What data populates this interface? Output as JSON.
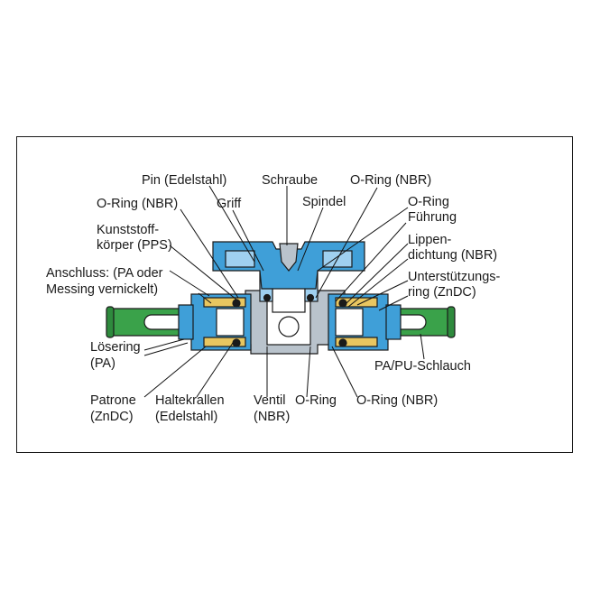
{
  "labels": {
    "pin": "Pin (Edelstahl)",
    "schraube": "Schraube",
    "oring_top": "O-Ring (NBR)",
    "oring_left": "O-Ring (NBR)",
    "griff": "Griff",
    "spindel": "Spindel",
    "oring_fuehrung_1": "O-Ring",
    "oring_fuehrung_2": "Führung",
    "kunst_1": "Kunststoff-",
    "kunst_2": "körper (PPS)",
    "lippen_1": "Lippen-",
    "lippen_2": "dichtung (NBR)",
    "anschluss_1": "Anschluss: (PA oder",
    "anschluss_2": "Messing vernickelt)",
    "unterst_1": "Unterstützungs-",
    "unterst_2": "ring (ZnDC)",
    "loesering_1": "Lösering",
    "loesering_2": "(PA)",
    "schlauch": "PA/PU-Schlauch",
    "patrone_1": "Patrone",
    "patrone_2": "(ZnDC)",
    "halte_1": "Haltekrallen",
    "halte_2": "(Edelstahl)",
    "ventil_1": "Ventil",
    "ventil_2": "(NBR)",
    "oring_bottom_mid": "O-Ring",
    "oring_bottom_right": "O-Ring (NBR)"
  },
  "colors": {
    "tube_green": "#3aa24a",
    "tube_dark": "#1f6b2c",
    "handle_blue": "#3f9fd8",
    "handle_light": "#9fd0f0",
    "brass": "#e8c660",
    "brass_dark": "#b89030",
    "body_gray": "#b9c3cc",
    "outline": "#1a1a1a"
  }
}
